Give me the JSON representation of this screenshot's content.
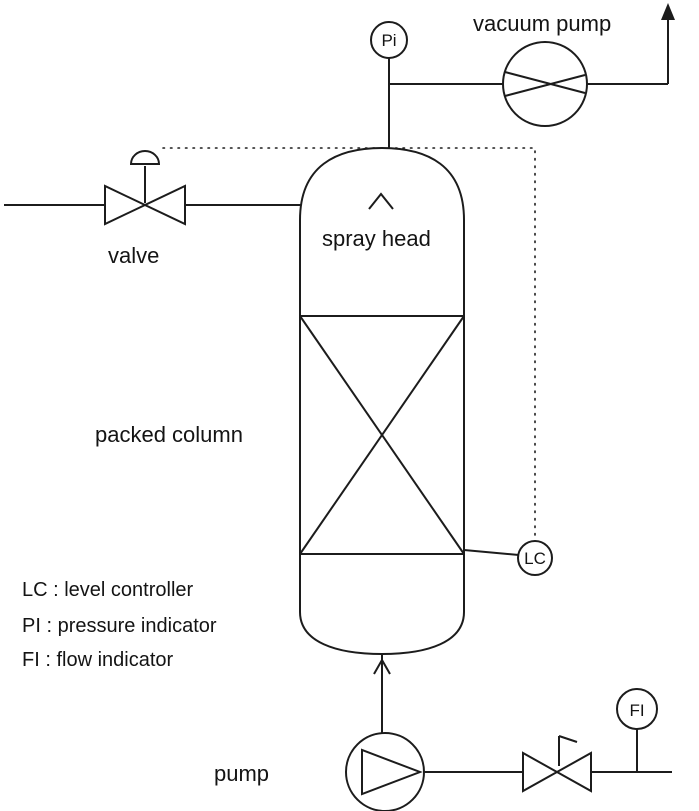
{
  "diagram": {
    "labels": {
      "vacuum_pump": "vacuum pump",
      "spray_head": "spray head",
      "valve": "valve",
      "packed_column": "packed column",
      "pump": "pump"
    },
    "instruments": {
      "pressure_indicator": "Pi",
      "level_controller": "LC",
      "flow_indicator": "FI"
    },
    "legend": {
      "lc": "LC : level controller",
      "pi": "PI : pressure indicator",
      "fi": "FI : flow indicator"
    },
    "colors": {
      "line": "#1c1c1c",
      "background": "#ffffff"
    }
  }
}
